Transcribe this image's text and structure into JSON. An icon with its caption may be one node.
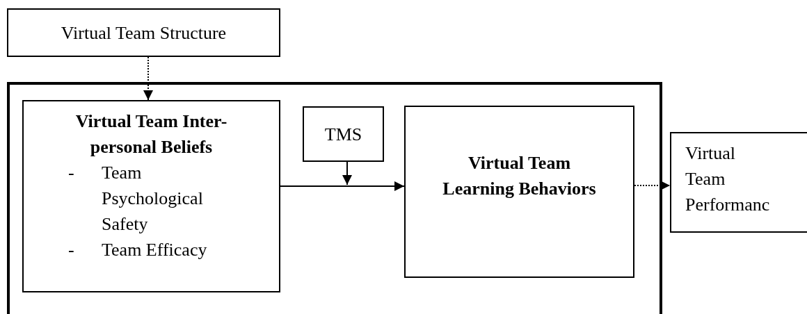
{
  "diagram": {
    "nodes": [
      {
        "text": [
          "Virtual Team Structure"
        ]
      },
      {
        "text": [],
        "shape": "box"
      },
      {
        "text": [
          "Virtual Team Inter-personal Beliefs",
          "-",
          "Team Psychological Safety",
          "-",
          "Team Efficacy"
        ],
        "in": 1
      },
      {
        "text": [
          "TMS"
        ],
        "in": 1
      },
      {
        "text": [
          "Virtual Team Learning Behaviors"
        ],
        "in": 1
      },
      {
        "text": [
          "Virtual Team Performanc"
        ]
      }
    ],
    "edges": [
      {
        "from": 0,
        "to": 2,
        "arrow": "to",
        "style": "dashed"
      },
      {
        "from": 2,
        "to": 4,
        "arrow": "to"
      },
      {
        "from": 3,
        "to": null,
        "arrow": "to"
      },
      {
        "from": 4,
        "to": 5,
        "arrow": "to",
        "style": "dashed"
      }
    ]
  }
}
